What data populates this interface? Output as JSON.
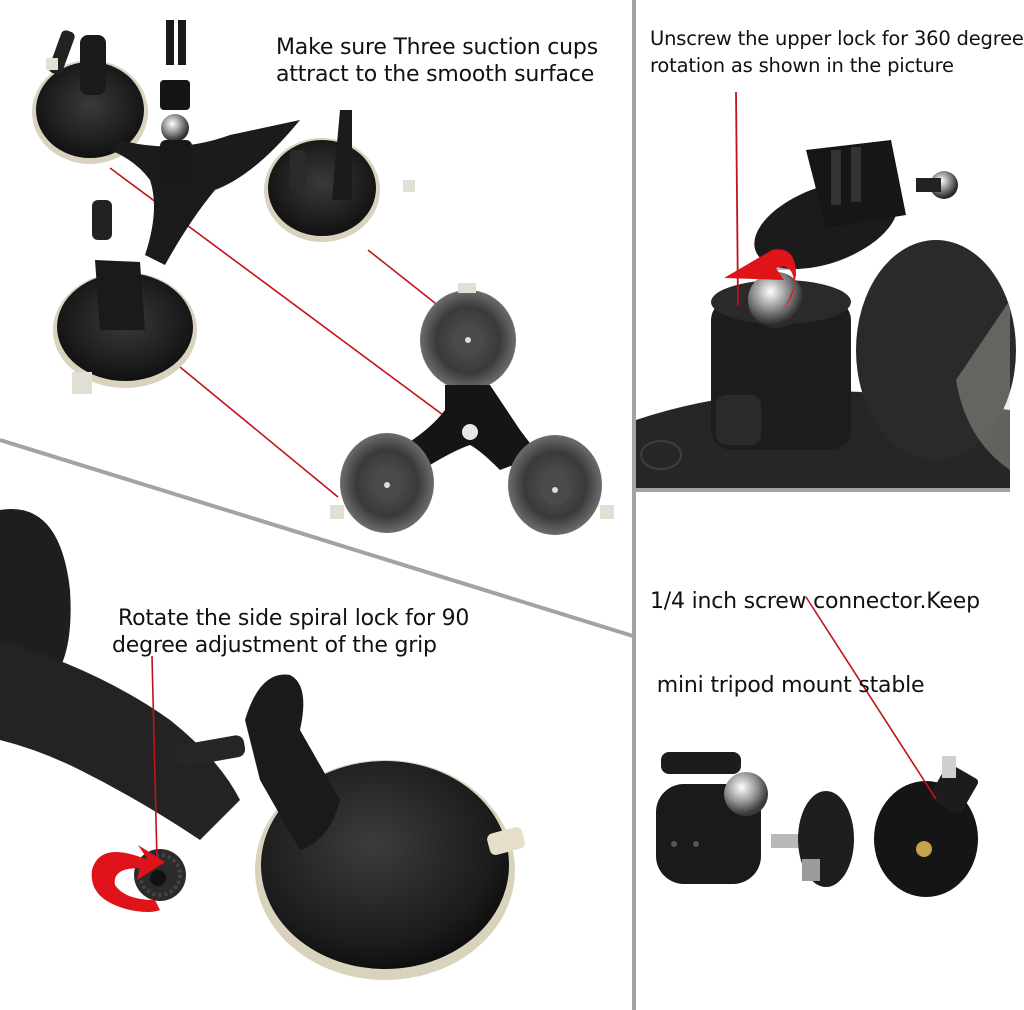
{
  "infographic": {
    "panels": [
      {
        "id": "panel-triple-suction",
        "caption_lines": [
          "Make sure Three suction cups",
          "attract to the smooth surface"
        ],
        "image_subject": "triple suction cup mount with ball head, top and bottom views"
      },
      {
        "id": "panel-upper-lock",
        "caption_lines": [
          "Unscrew the upper lock for 360 degree",
          "rotation as shown in the picture"
        ],
        "image_subject": "close-up of upper lock and ball joint with rotation arrow"
      },
      {
        "id": "panel-side-lock",
        "caption_lines": [
          "Rotate the side spiral lock for 90",
          "degree adjustment of the grip"
        ],
        "image_subject": "close-up of side spiral knob on suction cup arm with rotation arrow"
      },
      {
        "id": "panel-screw-connector",
        "caption_lines": [
          "1/4 inch screw connector.Keep",
          " mini tripod mount stable"
        ],
        "image_subject": "mini ball head and 1/4 inch tripod adapter"
      }
    ],
    "colors": {
      "leader_line": "#c0141a",
      "arrow": "#e0121a",
      "divider": "#a3a3a3",
      "product_black": "#1c1c1c",
      "suction_cup_edge": "#d8d2bf"
    }
  }
}
